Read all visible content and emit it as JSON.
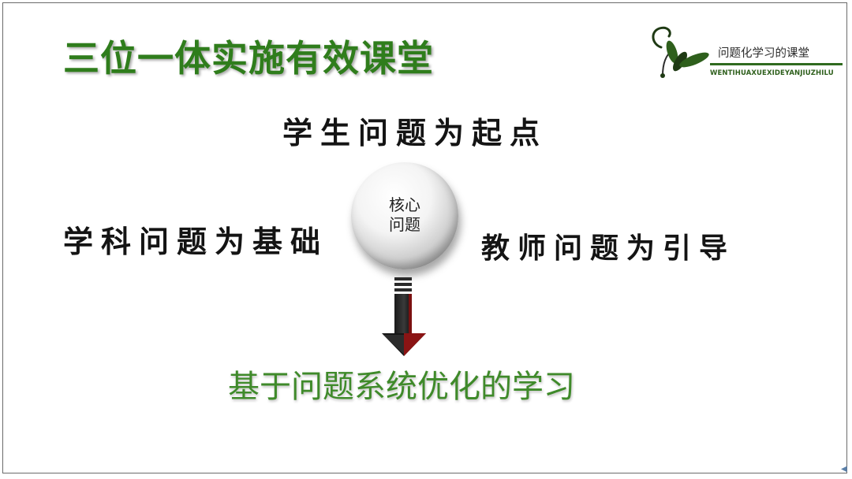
{
  "slide": {
    "title": "三位一体实施有效课堂",
    "logo": {
      "icon": "leaf-swirl-logo-icon",
      "cn_text": "问题化学习的课堂",
      "en_text": "WENTIHUAXUEXIDEYANJIUZHILU"
    },
    "phrases": {
      "top": "学生问题为起点",
      "left": "学科问题为基础",
      "right": "教师问题为引导"
    },
    "core": {
      "line1": "核心",
      "line2": "问题"
    },
    "arrow_icon": "down-arrow-icon",
    "conclusion": "基于问题系统优化的学习"
  },
  "colors": {
    "title_green": "#2f7d1c",
    "conclusion_green": "#3f8a2a",
    "logo_green": "#2f6a1f",
    "arrow_dark": "#1a1a1a",
    "arrow_red": "#8b1414"
  }
}
